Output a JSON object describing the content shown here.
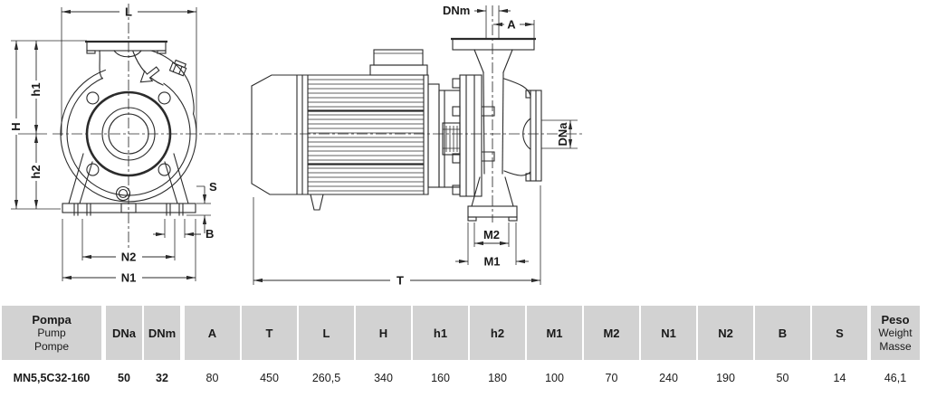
{
  "drawing": {
    "labels": {
      "L": "L",
      "H": "H",
      "h1": "h1",
      "h2": "h2",
      "S": "S",
      "B": "B",
      "N2": "N2",
      "N1": "N1",
      "DNm": "DNm",
      "A": "A",
      "DNa": "DNa",
      "M2": "M2",
      "M1": "M1",
      "T": "T"
    }
  },
  "table": {
    "pump_header": {
      "main": "Pompa",
      "sub1": "Pump",
      "sub2": "Pompe"
    },
    "weight_header": {
      "main": "Peso",
      "sub1": "Weight",
      "sub2": "Masse"
    },
    "dim_headers": [
      "DNa",
      "DNm",
      "A",
      "T",
      "L",
      "H",
      "h1",
      "h2",
      "M1",
      "M2",
      "N1",
      "N2",
      "B",
      "S"
    ],
    "row": {
      "model": "MN5,5C32-160",
      "values": [
        "50",
        "32",
        "80",
        "450",
        "260,5",
        "340",
        "160",
        "180",
        "100",
        "70",
        "240",
        "190",
        "50",
        "14",
        "46,1"
      ]
    }
  },
  "colors": {
    "header_bg": "#d2d2d2",
    "line": "#2b2b2b",
    "text": "#1a1a1a"
  }
}
